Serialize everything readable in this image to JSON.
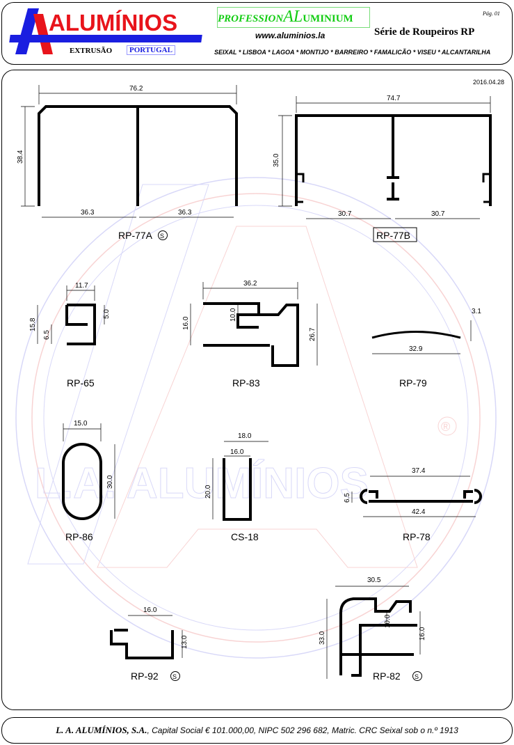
{
  "header": {
    "logo": "ALUMÍNIOS",
    "extrusao": "EXTRUSÃO",
    "portugal": "PORTUGAL",
    "professional_left": "PROFESSION",
    "professional_al": "AL",
    "professional_right": "UMINIUM",
    "website": "www.aluminios.la",
    "series_title": "Série de Roupeiros RP",
    "page": "Pág. 01",
    "cities": "SEIXAL * LISBOA * LAGOA * MONTIJO * BARREIRO * FAMALICÃO * VISEU * ALCANTARILHA"
  },
  "date": "2016.04.28",
  "watermark": "L.A. ALUMÍNIOS",
  "registered": "®",
  "profiles": [
    {
      "name": "RP-77A",
      "mark": "S",
      "dims": [
        "76.2",
        "38.4",
        "36.3",
        "36.3"
      ]
    },
    {
      "name": "RP-77B",
      "dims": [
        "74.7",
        "35.0",
        "30.7",
        "30.7"
      ]
    },
    {
      "name": "RP-65",
      "dims": [
        "11.7",
        "15.8",
        "6.5",
        "5.0"
      ]
    },
    {
      "name": "RP-83",
      "dims": [
        "36.2",
        "16.0",
        "10.0",
        "26.7"
      ]
    },
    {
      "name": "RP-79",
      "dims": [
        "3.1",
        "32.9"
      ]
    },
    {
      "name": "RP-86",
      "dims": [
        "15.0",
        "30.0"
      ]
    },
    {
      "name": "CS-18",
      "dims": [
        "18.0",
        "16.0",
        "20.0"
      ]
    },
    {
      "name": "RP-78",
      "dims": [
        "37.4",
        "6.5",
        "42.4"
      ]
    },
    {
      "name": "RP-92",
      "mark": "S",
      "dims": [
        "16.0",
        "13.0"
      ]
    },
    {
      "name": "RP-82",
      "mark": "S",
      "dims": [
        "30.5",
        "33.0",
        "10.0",
        "16.0"
      ]
    }
  ],
  "footer": {
    "company": "L. A. ALUMÍNIOS, S.A.",
    "details": ", Capital Social € 101.000,00, NIPC 502 296 682, Matric. CRC Seixal sob o n.º 1913"
  }
}
